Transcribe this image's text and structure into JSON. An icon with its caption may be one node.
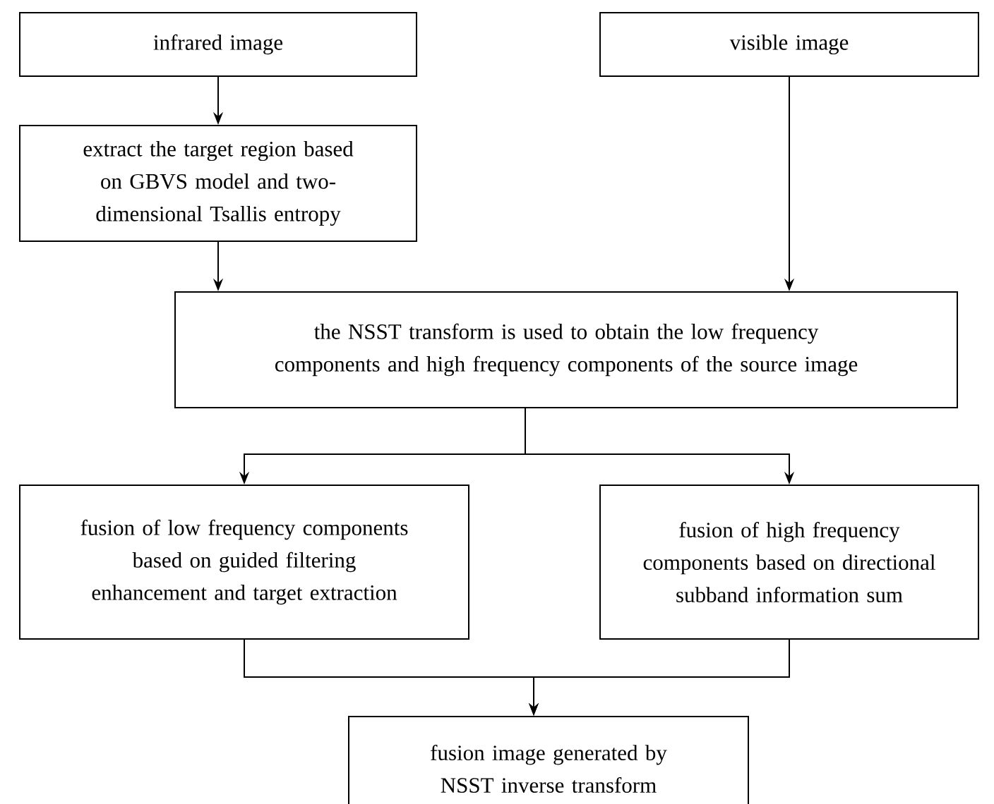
{
  "diagram": {
    "nodes": [
      {
        "text": [
          "infrared image"
        ]
      },
      {
        "text": [
          "visible image"
        ]
      },
      {
        "text": [
          "extract the target region based on GBVS model and two-dimensional Tsallis entropy"
        ]
      },
      {
        "text": [
          "the NSST transform is used to obtain the low frequency components and high frequency components of the source image"
        ]
      },
      {
        "text": [
          "fusion of low frequency components based on guided filtering enhancement and target extraction"
        ]
      },
      {
        "text": [
          "fusion of high frequency components based on directional subband information sum"
        ]
      },
      {
        "text": [
          "fusion image generated by NSST inverse transform"
        ]
      }
    ],
    "edges": [
      {
        "from": 0,
        "to": 2,
        "arrow": "to"
      },
      {
        "from": 2,
        "to": 3,
        "arrow": "to"
      },
      {
        "from": 1,
        "to": 3,
        "arrow": "to"
      },
      {
        "from": 3,
        "to": 4,
        "arrow": "to"
      },
      {
        "from": 3,
        "to": 5,
        "arrow": "to"
      },
      {
        "from": 4,
        "to": 6,
        "arrow": "to"
      },
      {
        "from": 5,
        "to": 6,
        "arrow": "to"
      }
    ]
  }
}
